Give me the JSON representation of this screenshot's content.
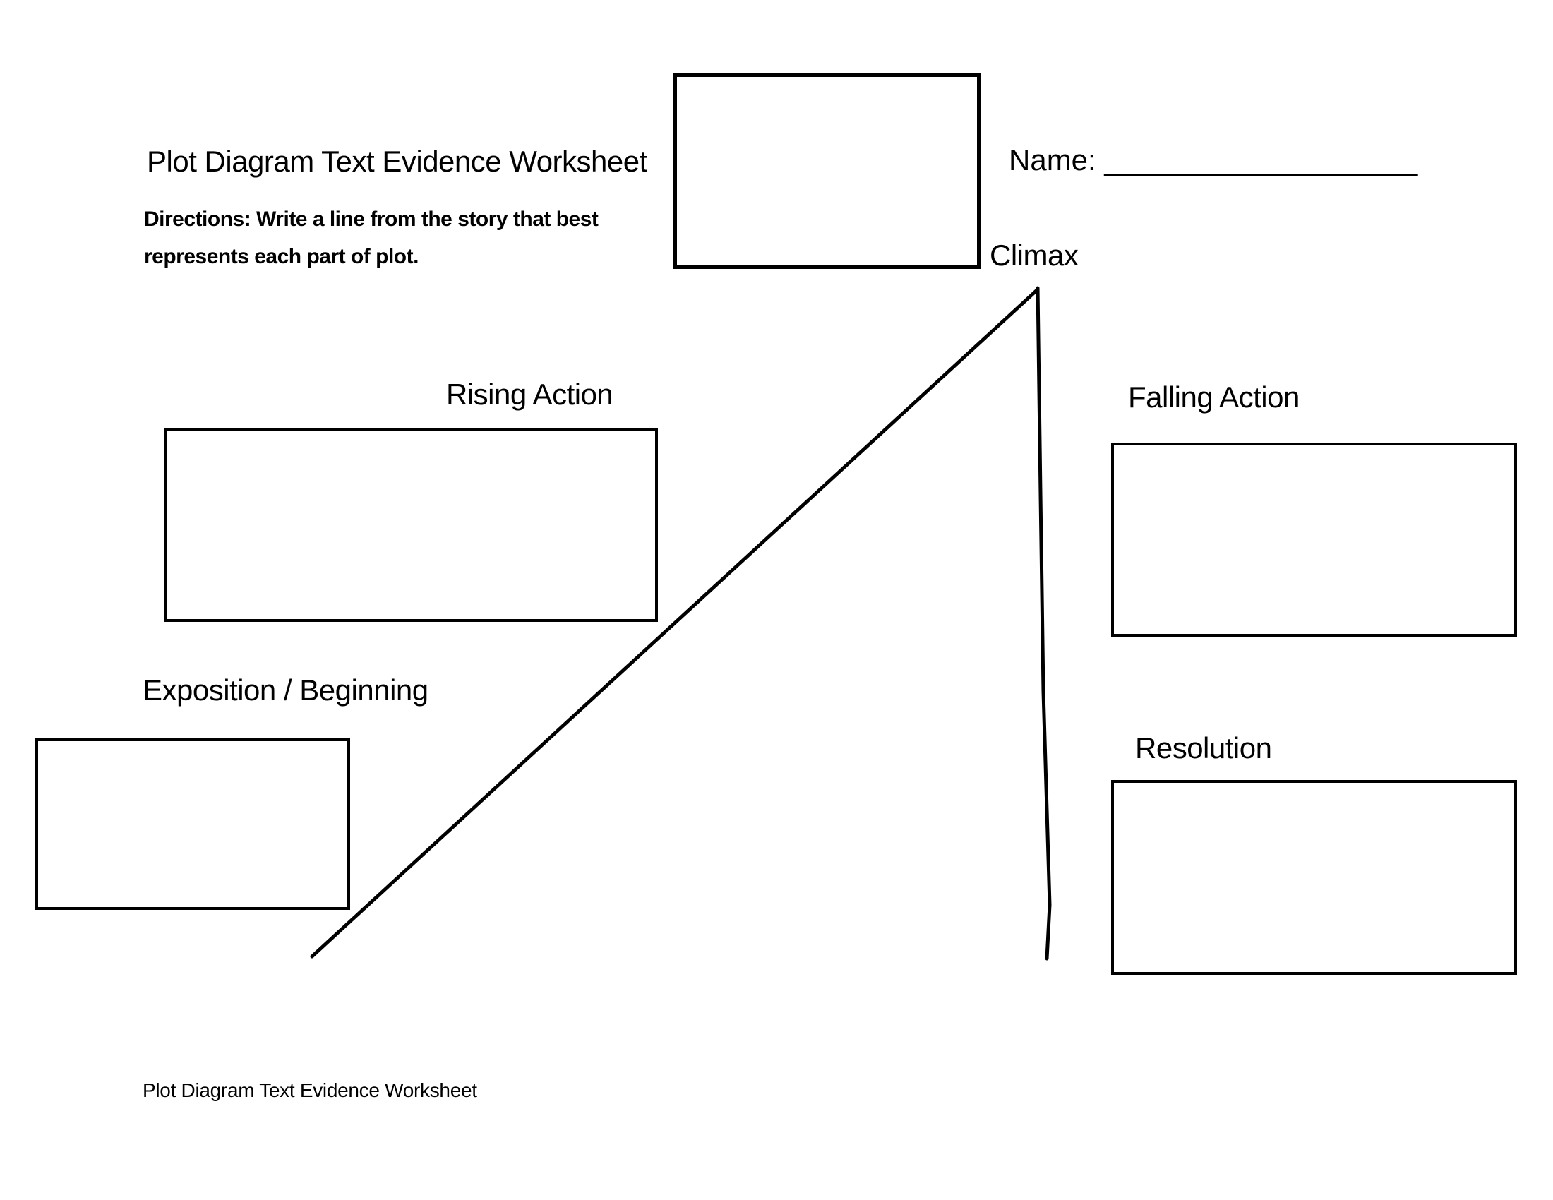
{
  "header": {
    "title": "Plot Diagram Text Evidence Worksheet",
    "name_label": "Name:",
    "name_blank": "___________________",
    "directions": [
      "Directions: Write a line from the story that best",
      "represents each part of plot."
    ]
  },
  "diagram": {
    "labels": {
      "climax": "Climax",
      "rising_action": "Rising Action",
      "falling_action": "Falling Action",
      "exposition": "Exposition / Beginning",
      "resolution": "Resolution"
    },
    "colors": {
      "ink": "#000000",
      "paper": "#ffffff"
    }
  },
  "footer": {
    "text": "Plot Diagram Text Evidence Worksheet"
  }
}
